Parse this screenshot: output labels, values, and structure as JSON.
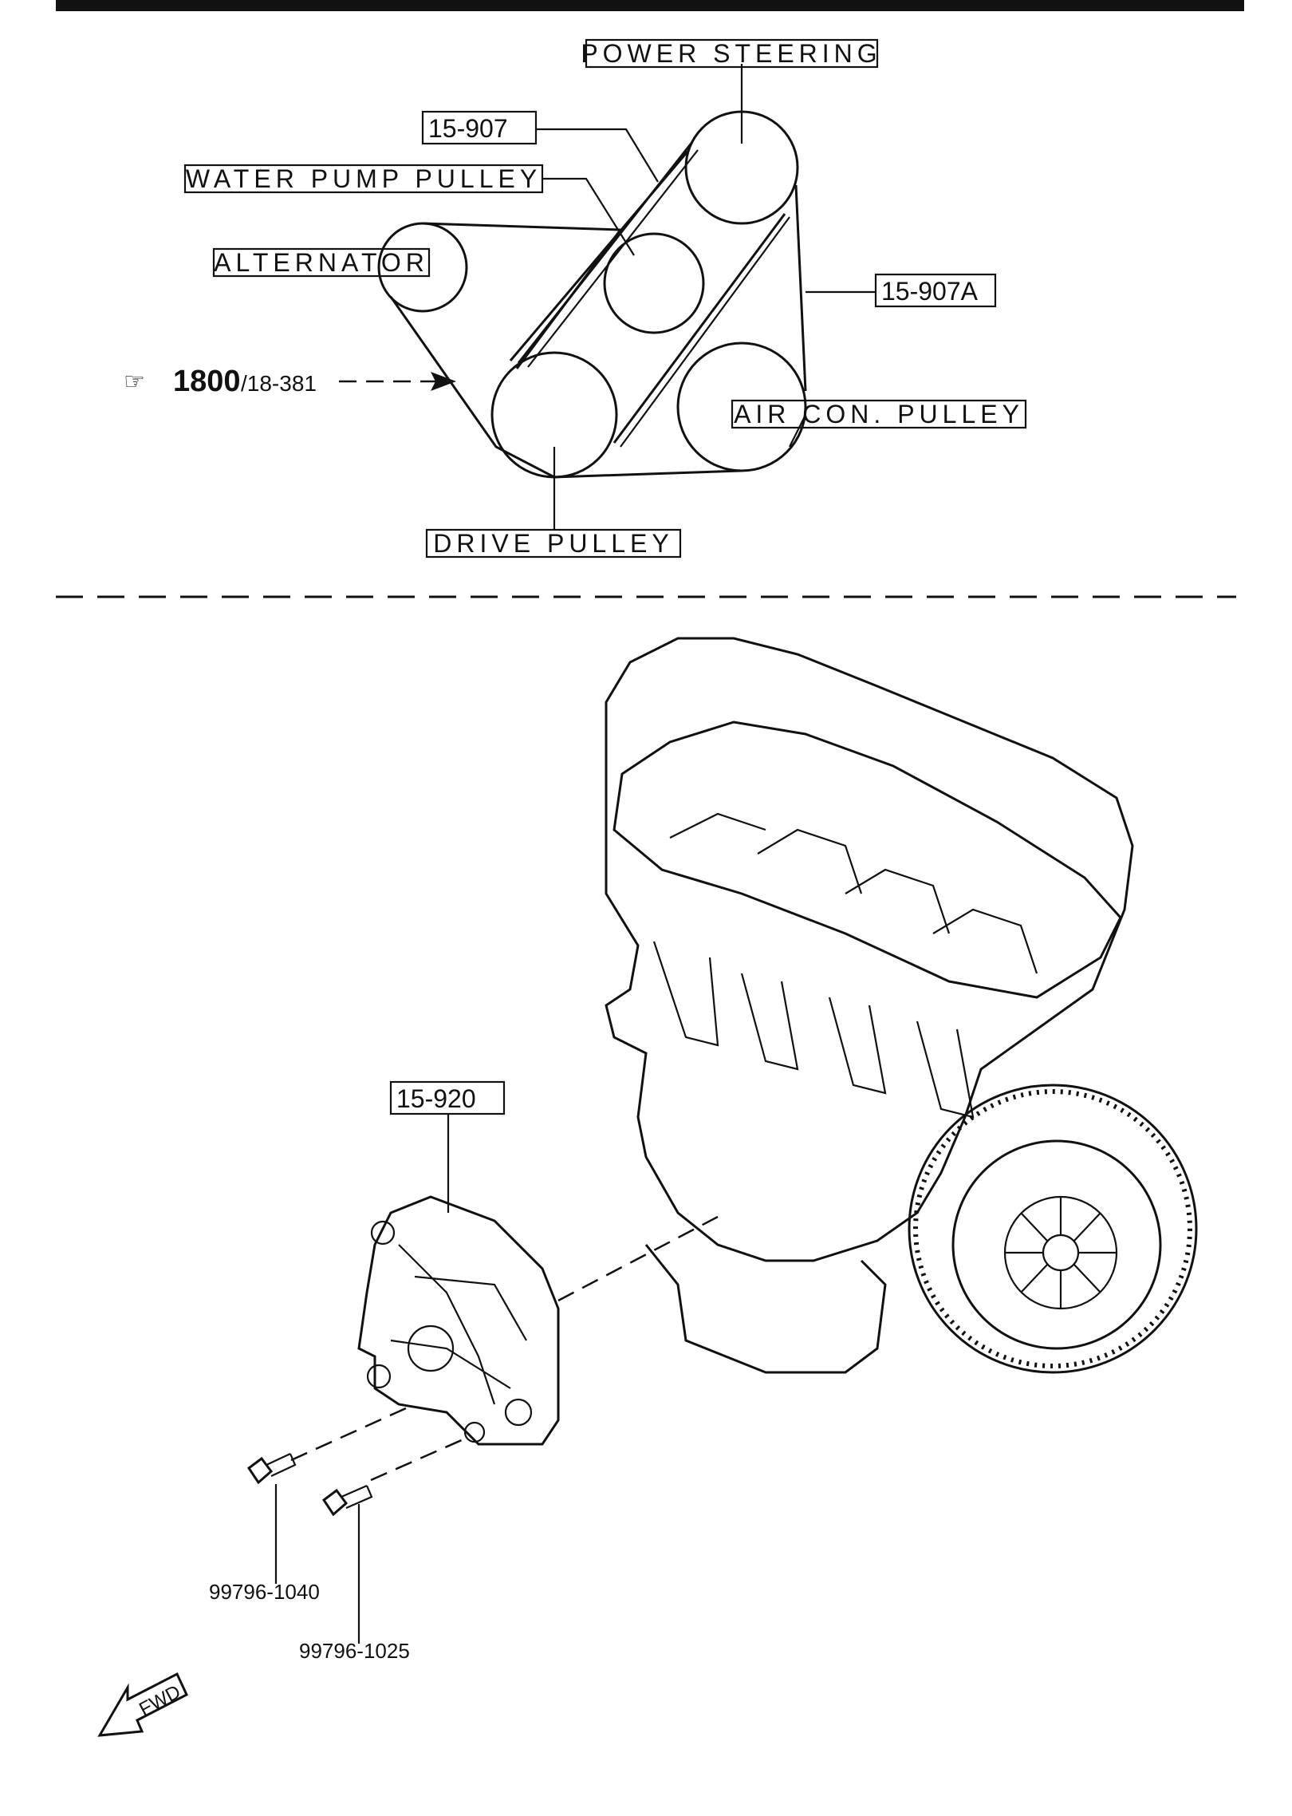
{
  "belt_diagram": {
    "labels": {
      "power_steering": "POWER STEERING",
      "water_pump_pulley": "WATER PUMP PULLEY",
      "alternator": "ALTERNATOR",
      "air_con_pulley": "AIR CON. PULLEY",
      "drive_pulley": "DRIVE PULLEY"
    },
    "part_refs": {
      "belt_a": "15-907",
      "belt_b": "15-907A"
    },
    "cross_reference": {
      "symbol": "☞",
      "main": "1800",
      "sub": "/18-381"
    }
  },
  "engine_diagram": {
    "bracket_ref": "15-920",
    "bolts": [
      "99796-1040",
      "99796-1025"
    ],
    "direction_arrow": "FWD"
  },
  "icons": {
    "pointing_hand": "hand-pointer-icon",
    "fwd_arrow": "forward-arrow-icon"
  },
  "colors": {
    "ink": "#111111",
    "paper": "#ffffff"
  }
}
